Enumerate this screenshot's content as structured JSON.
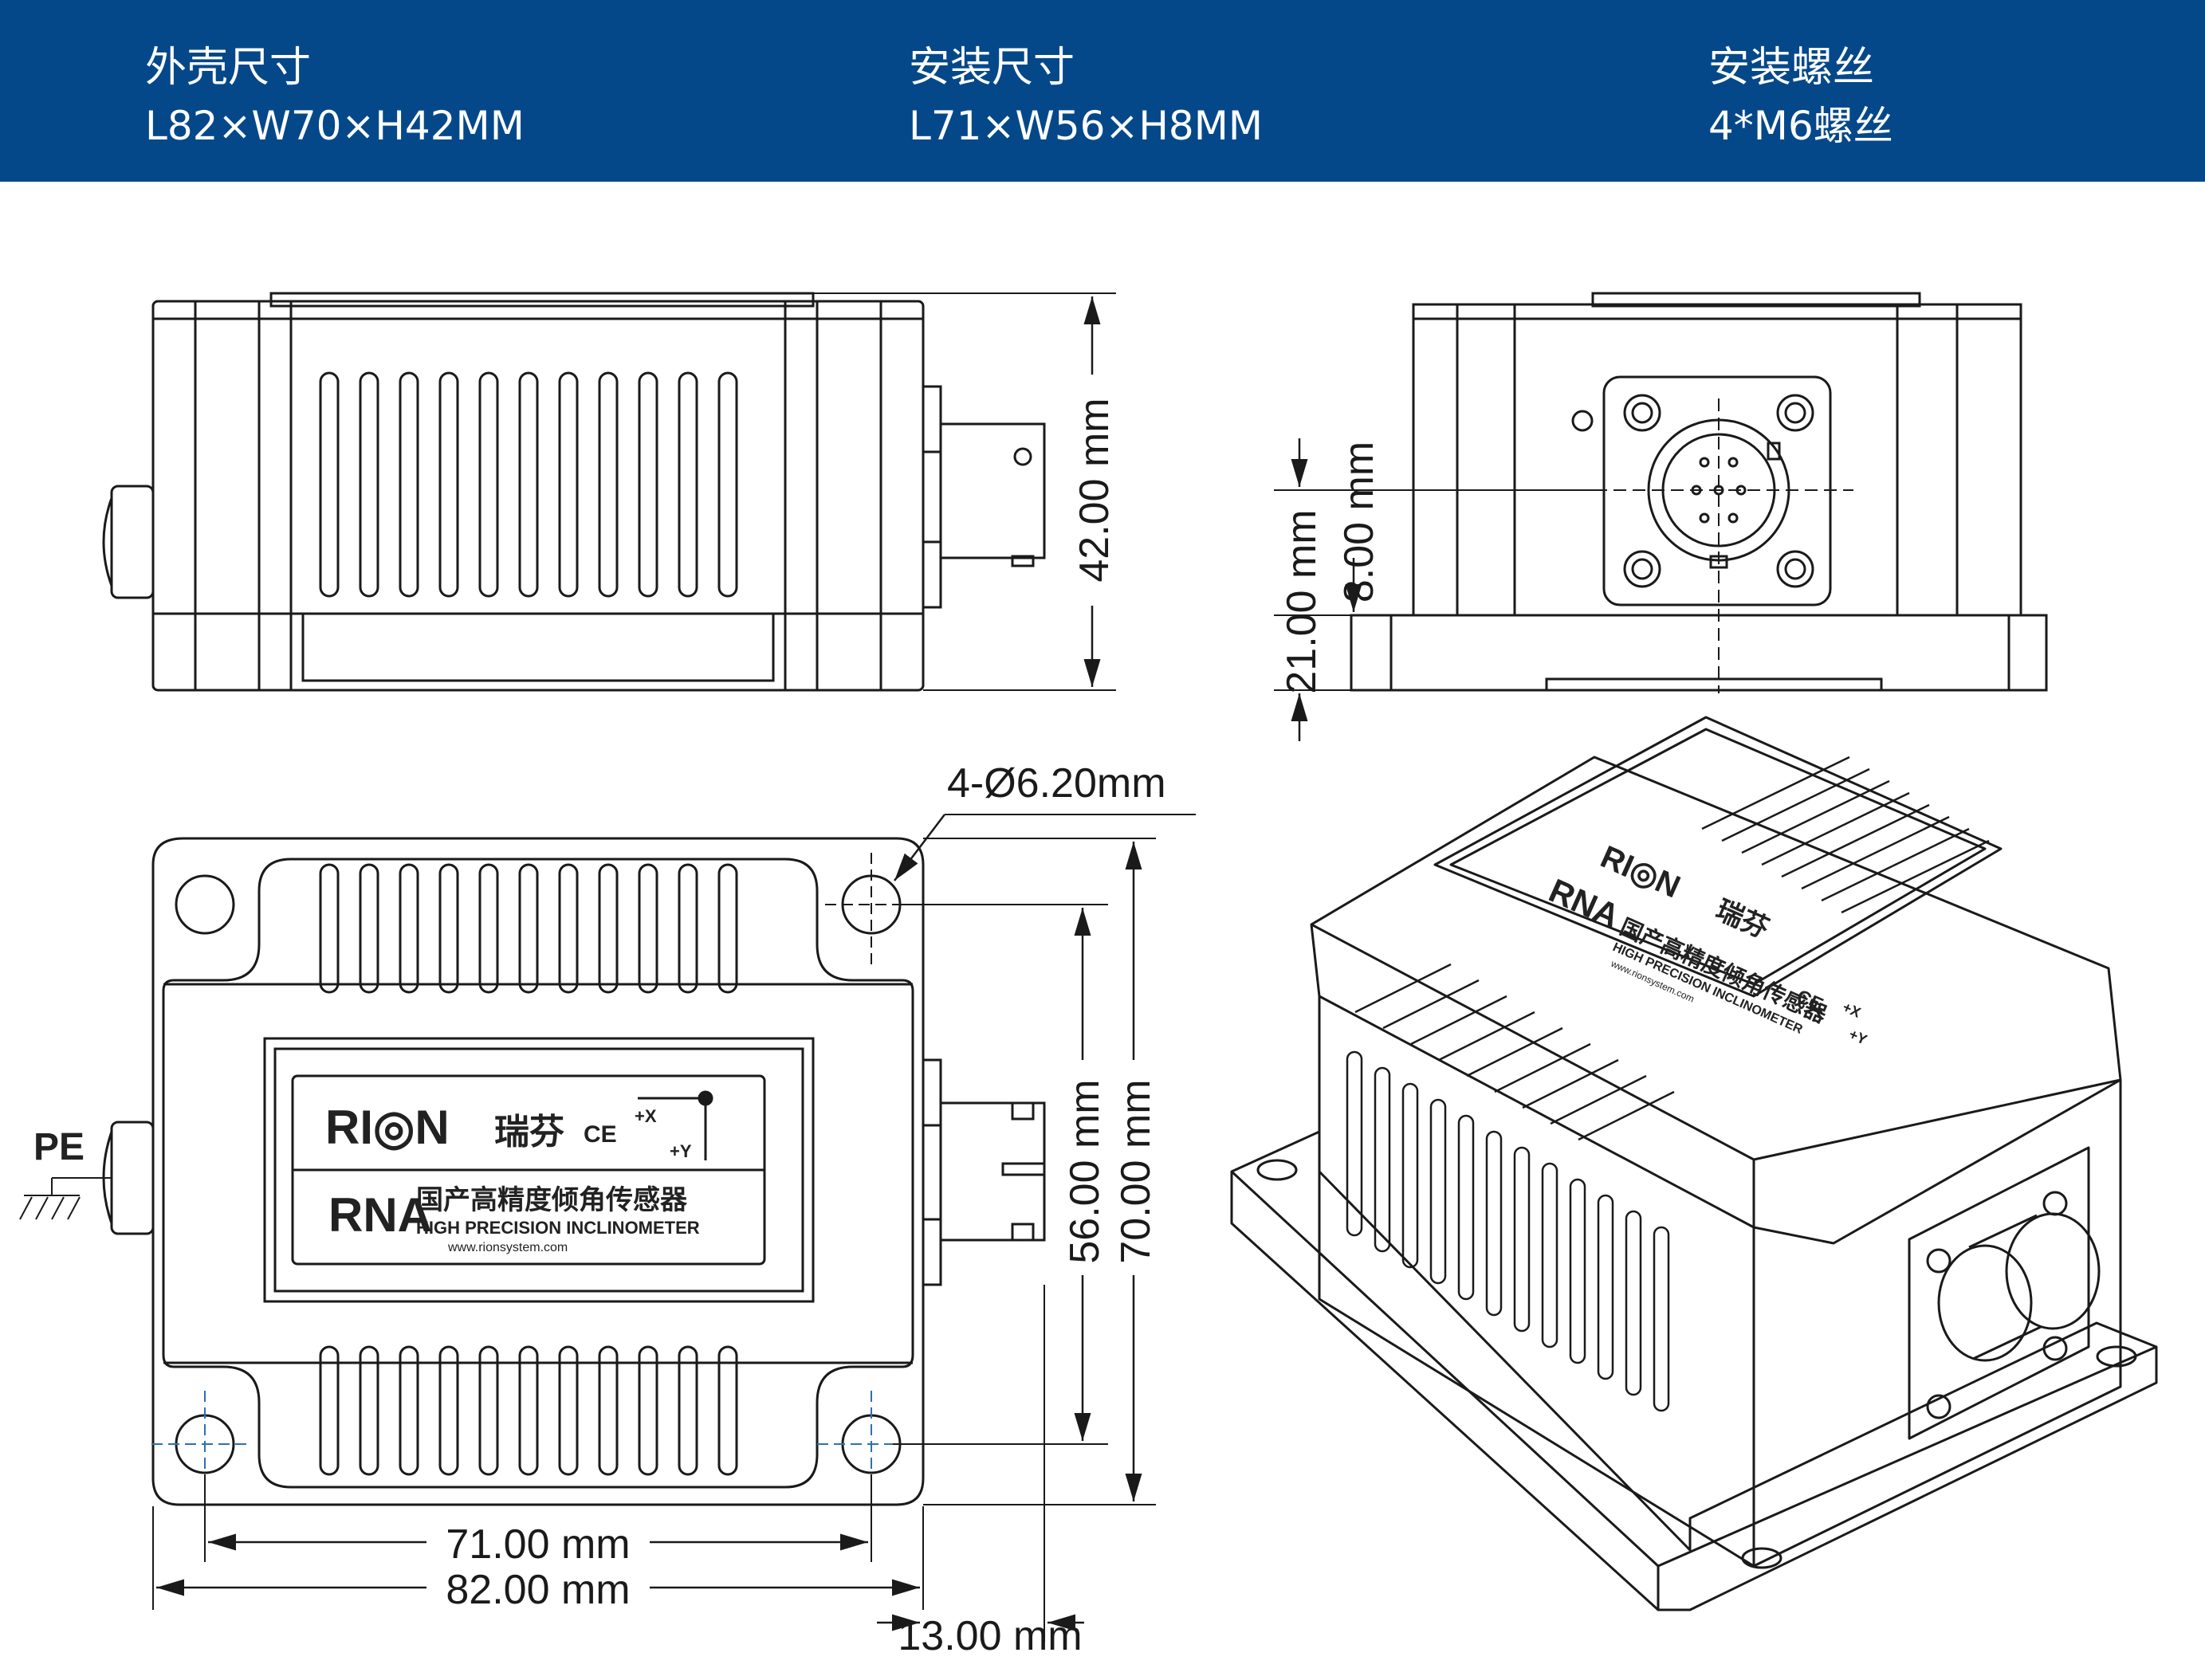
{
  "specs": [
    {
      "label": "外壳尺寸",
      "value": "L82×W70×H42MM"
    },
    {
      "label": "安装尺寸",
      "value": "L71×W56×H8MM"
    },
    {
      "label": "安装螺丝",
      "value": "4*M6螺丝"
    }
  ],
  "dimensions": {
    "height_42": "42.00 mm",
    "height_8": "8.00 mm",
    "height_21": "21.00 mm",
    "hole_dia": "4-Ø6.20mm",
    "width_56": "56.00 mm",
    "width_70": "70.00 mm",
    "length_71": "71.00 mm",
    "length_82": "82.00 mm",
    "offset_13": "13.00 mm"
  },
  "labels": {
    "pe": "PE",
    "brand": "RI◎N",
    "brand_cn": "瑞芬",
    "ce": "CE",
    "model": "RNA",
    "product_cn": "国产高精度倾角传感器",
    "product_en": "HIGH PRECISION  INCLINOMETER",
    "website": "www.rionsystem.com",
    "axis_x": "+X",
    "axis_y": "+Y"
  },
  "colors": {
    "header_bg": "#05488a",
    "header_text": "#ffffff",
    "line": "#1a1a1a",
    "center_line": "#2e6fb7"
  }
}
